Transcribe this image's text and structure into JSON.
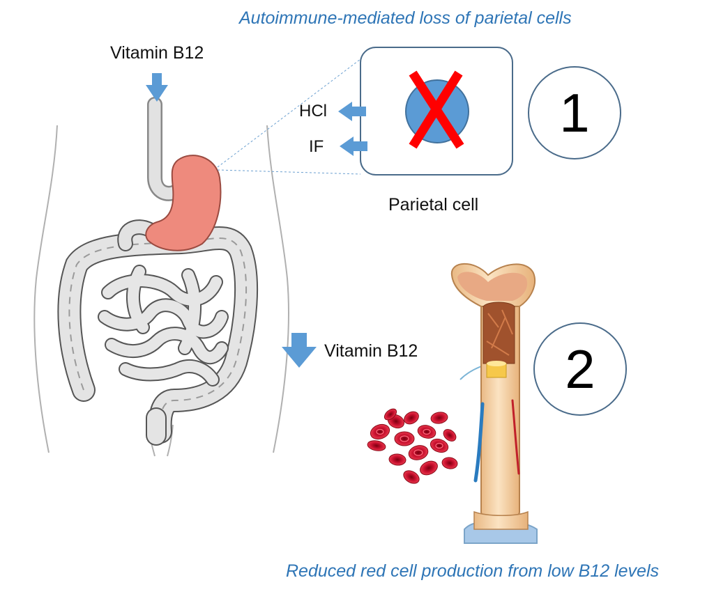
{
  "captions": {
    "top": "Autoimmune-mediated loss of parietal cells",
    "bottom": "Reduced red cell production from low B12 levels"
  },
  "labels": {
    "vitamin_in": "Vitamin B12",
    "vitamin_low": "Vitamin B12",
    "hcl": "HCl",
    "intrinsic_factor": "IF",
    "parietal_cell": "Parietal cell"
  },
  "steps": {
    "one": "1",
    "two": "2"
  },
  "icons": {
    "x_mark": "red-x-icon",
    "arrow": "blue-arrow-icon"
  },
  "colors": {
    "caption": "#2e75b6",
    "arrow": "#5b9bd5",
    "cell_nucleus": "#5b9bd5",
    "x_mark": "#ff0000",
    "stomach": "#ee8a7d",
    "cell_border": "#4a6b8a",
    "bone": "#f6d3a6",
    "marrow": "#a0522d",
    "red_cell": "#c8102e"
  }
}
